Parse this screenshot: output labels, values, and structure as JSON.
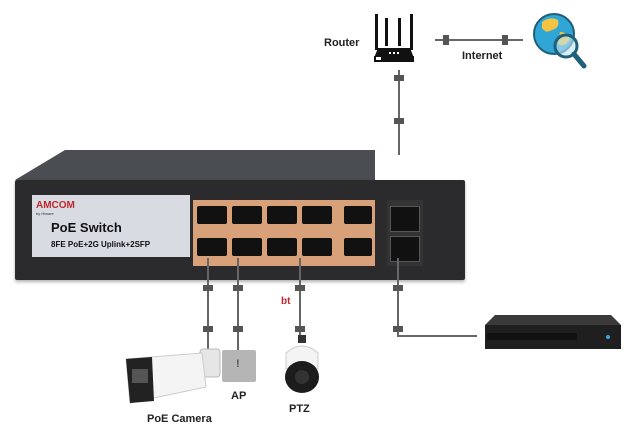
{
  "diagram": {
    "router": {
      "label": "Router",
      "icon": "router-icon"
    },
    "internet": {
      "label": "Internet",
      "icon": "globe-search-icon"
    },
    "switch": {
      "brand": "AMCOM",
      "brand_sub": "by Hiware",
      "title": "PoE Switch",
      "subtitle": "8FE PoE+2G Uplink+2SFP",
      "poe_ports": 8,
      "uplink_ports": 2,
      "sfp_ports": 2
    },
    "devices": [
      {
        "label": "PoE Camera",
        "icon": "bullet-camera-icon"
      },
      {
        "label": "AP",
        "icon": "access-point-icon",
        "glyph": "!"
      },
      {
        "label": "PTZ",
        "icon": "ptz-camera-icon"
      },
      {
        "label": "",
        "icon": "nvr-icon"
      }
    ],
    "annotation": {
      "text": "bt",
      "color": "#c0282d"
    },
    "colors": {
      "brand": "#c0282d",
      "wire": "#666666",
      "plug": "#555555"
    }
  }
}
